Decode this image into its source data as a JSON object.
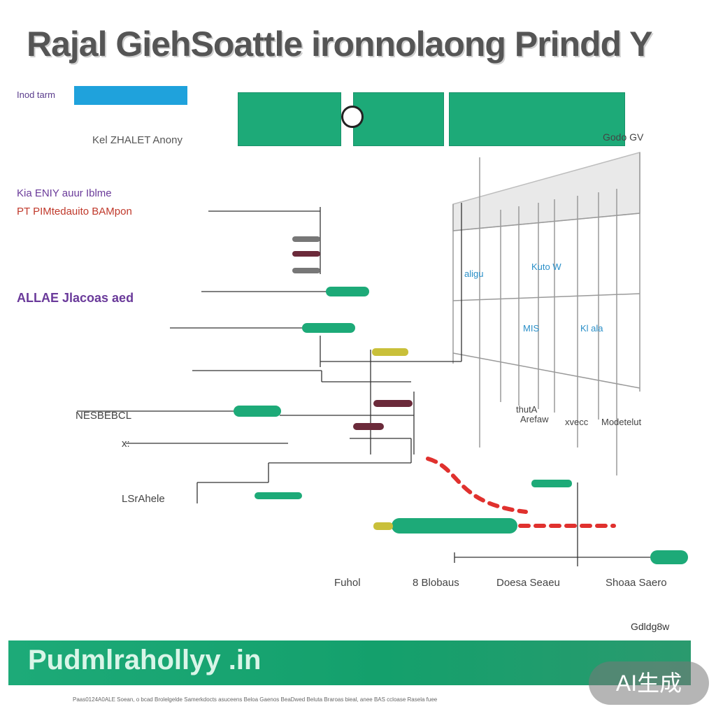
{
  "title": "Rajal GiehSoattle ironnolaong Prindd Y",
  "legend": {
    "label": "Inod tarm",
    "bar_color": "#1fa2dc"
  },
  "sub_label": "Kel ZHALET Anony",
  "groups": {
    "a_line1": "Kia ENIY auur Iblme",
    "a_line2": "PT PIMtedauito BAMpon",
    "b": "ALLAE Jlacoas aed"
  },
  "tiles": [
    "",
    "",
    ""
  ],
  "table": {
    "header_label": "Godo GV",
    "notes": [
      "aligu",
      "Kuto W",
      "MIS",
      "Kl ala",
      "thutA",
      "Arefaw",
      "xvecc",
      "Modetelut"
    ]
  },
  "row_labels": [
    "NESBEBCL",
    "x:",
    "LSrAhele"
  ],
  "axis_labels": [
    "Fuhol",
    "8 Blobaus",
    "Doesa Seaeu",
    "Shoaa Saero"
  ],
  "corner_label": "Gdldg8w",
  "footer": {
    "band_text": "Pudmlrahollyy .in"
  },
  "footnote": "Paas0124A0ALE Soean, o bcad Brolelgelde Samerkdocts asuceens Beloa Gaenos BeaDwed Beluta Braroas bieal, anee BAS ccloase Rasela fuee",
  "badge": "AI生成",
  "colors": {
    "teal": "#1daa78",
    "red": "#e0312e",
    "blue": "#1fa2dc",
    "purple": "#6a3a9a",
    "olive": "#c9c03a",
    "maroon": "#6b2a3a"
  }
}
